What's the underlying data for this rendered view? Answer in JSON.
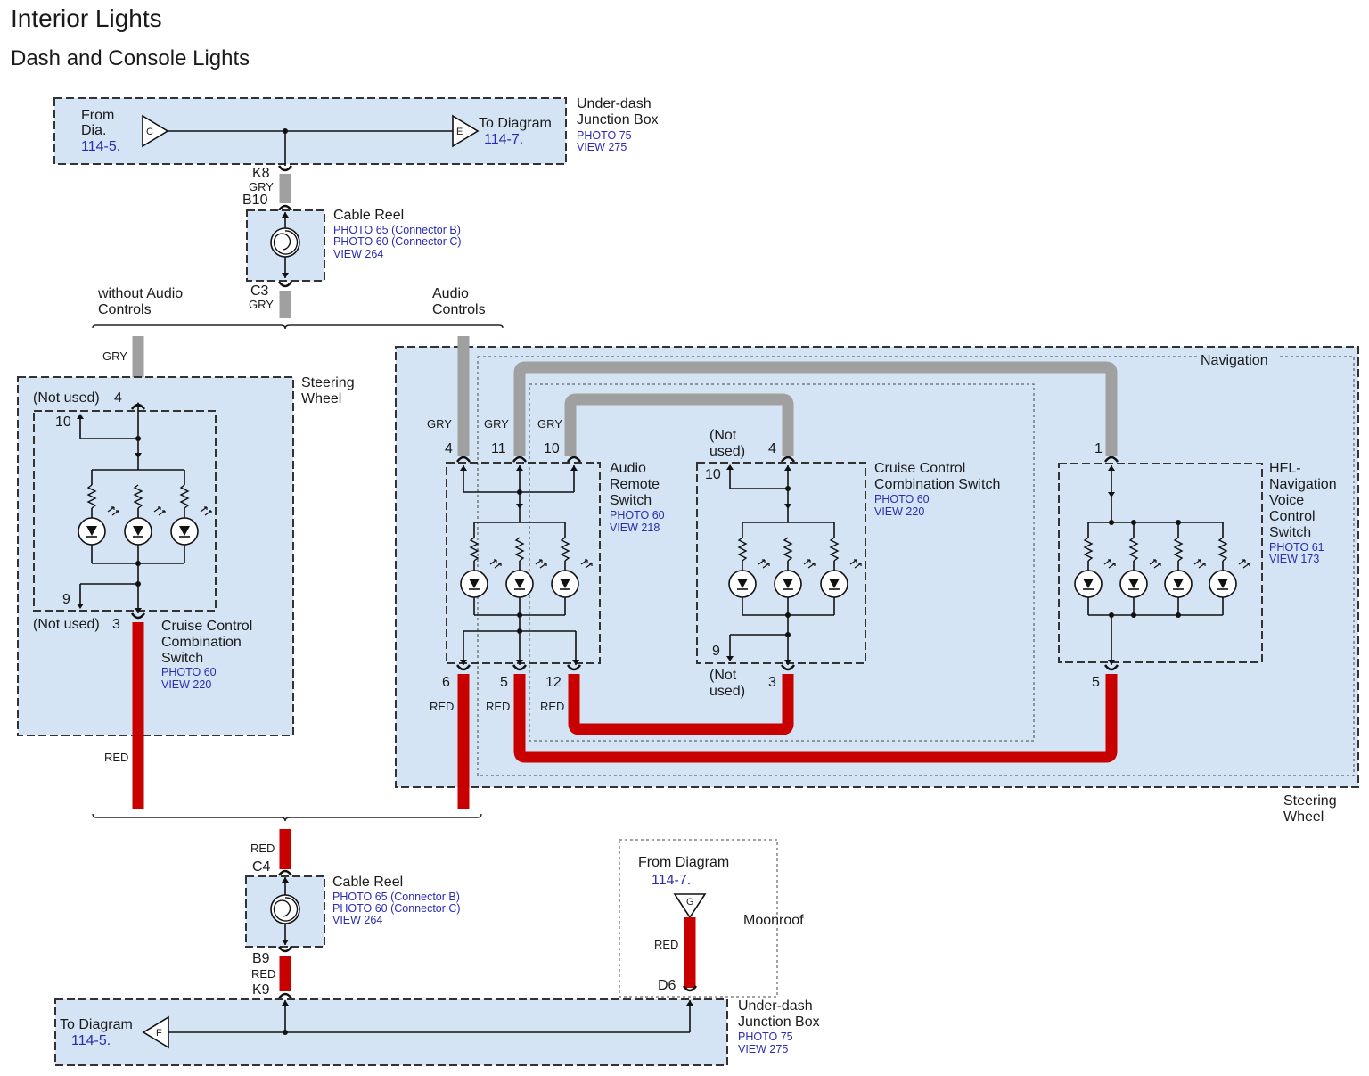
{
  "page": {
    "title": "Interior Lights",
    "subtitle": "Dash and Console Lights"
  },
  "top_jbox": {
    "name_line1": "Under-dash",
    "name_line2": "Junction Box",
    "photo": "PHOTO 75",
    "view": "VIEW 275",
    "from_line1": "From",
    "from_line2": "Dia.",
    "from_ref": "114-5.",
    "from_terminal": "C",
    "to_text": "To Diagram",
    "to_ref": "114-7.",
    "to_terminal": "E",
    "pin_out": "K8"
  },
  "cable_reel_top": {
    "name": "Cable Reel",
    "photo_b": "PHOTO 65 (Connector B)",
    "photo_c": "PHOTO 60 (Connector C)",
    "view": "VIEW 264",
    "pin_in": "B10",
    "pin_out": "C3"
  },
  "options": {
    "without_audio_1": "without Audio",
    "without_audio_2": "Controls",
    "audio_1": "Audio",
    "audio_2": "Controls",
    "navigation": "Navigation"
  },
  "left_wheel": {
    "label_1": "Steering",
    "label_2": "Wheel",
    "pin_top_note": "(Not used)",
    "pin_top": "4",
    "pin_bottom_note": "(Not used)",
    "pin_bottom": "3",
    "pin_10": "10",
    "pin_9": "9",
    "switch_1": "Cruise Control",
    "switch_2": "Combination",
    "switch_3": "Switch",
    "photo": "PHOTO 60",
    "view": "VIEW 220"
  },
  "audio_switch": {
    "name_1": "Audio",
    "name_2": "Remote",
    "name_3": "Switch",
    "photo": "PHOTO 60",
    "view": "VIEW 218",
    "pins_top": [
      "4",
      "11",
      "10"
    ],
    "pins_bottom": [
      "6",
      "5",
      "12"
    ]
  },
  "cruise_switch": {
    "name_1": "Cruise Control",
    "name_2": "Combination Switch",
    "photo": "PHOTO 60",
    "view": "VIEW 220",
    "not_used_top_1": "(Not",
    "not_used_top_2": "used)",
    "pin_top": "4",
    "pin_10": "10",
    "pin_9": "9",
    "not_used_bot_1": "(Not",
    "not_used_bot_2": "used)",
    "pin_bottom": "3"
  },
  "hfl_switch": {
    "name_1": "HFL-",
    "name_2": "Navigation",
    "name_3": "Voice",
    "name_4": "Control",
    "name_5": "Switch",
    "photo": "PHOTO 61",
    "view": "VIEW 173",
    "pin_top": "1",
    "pin_bottom": "5"
  },
  "right_wheel": {
    "label_1": "Steering",
    "label_2": "Wheel"
  },
  "wires": {
    "gry": "GRY",
    "red": "RED"
  },
  "cable_reel_bottom": {
    "name": "Cable Reel",
    "photo_b": "PHOTO 65 (Connector B)",
    "photo_c": "PHOTO 60 (Connector C)",
    "view": "VIEW 264",
    "pin_in": "C4",
    "pin_out": "B9"
  },
  "moonroof": {
    "from_text": "From Diagram",
    "from_ref": "114-7.",
    "terminal": "G",
    "label": "Moonroof",
    "pin": "D6"
  },
  "bottom_jbox": {
    "name_line1": "Under-dash",
    "name_line2": "Junction Box",
    "photo": "PHOTO 75",
    "view": "VIEW 275",
    "to_text": "To Diagram",
    "to_ref": "114-5.",
    "terminal": "F",
    "pin_in": "K9"
  }
}
